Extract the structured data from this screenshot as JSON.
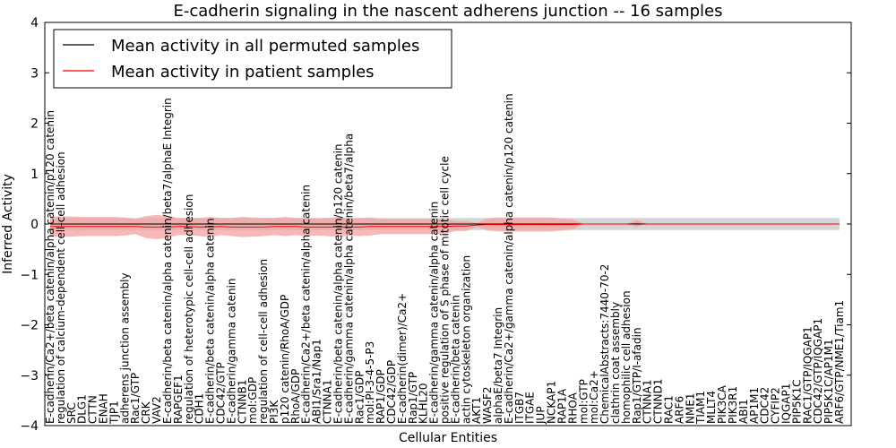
{
  "chart_data": {
    "type": "line",
    "title": "E-cadherin signaling in the nascent adherens junction -- 16 samples",
    "xlabel": "Cellular Entities",
    "ylabel": "Inferred Activity",
    "ylim": [
      -4,
      4
    ],
    "yticks": [
      -4,
      -3,
      -2,
      -1,
      0,
      1,
      2,
      3,
      4
    ],
    "grid": false,
    "legend_position": "top-left",
    "categories": [
      "E-cadherin/Ca2+/beta catenin/alpha catenin/p120 catenin",
      "regulation of calcium-dependent cell-cell adhesion",
      "SRC",
      "DLG1",
      "CTTN",
      "ENAH",
      "TJP1",
      "adherens junction assembly",
      "Rac1/GTP",
      "CRK",
      "VAV2",
      "E-cadherin/beta catenin/alpha catenin/beta7/alphaE Integrin",
      "RAPGEF1",
      "regulation of heterotypic cell-cell adhesion",
      "CDH1",
      "E-cadherin/beta catenin/alpha catenin",
      "CDC42/GTP",
      "E-cadherin/gamma catenin",
      "CTNNB1",
      "mol:GDP",
      "regulation of cell-cell adhesion",
      "PI3K",
      "p120 catenin/RhoA/GDP",
      "RhoA/GDP",
      "E-cadherin/Ca2+/beta catenin/alpha catenin",
      "ABI1/Sra1/Nap1",
      "CTNNA1",
      "E-cadherin/beta catenin/alpha catenin/p120 catenin",
      "E-cadherin/gamma catenin/alpha catenin/beta7/alpha",
      "Rac1/GDP",
      "mol:PI-3-4-5-P3",
      "RAP1/GDP",
      "CDC42/GDP",
      "E-cadherin(dimer)/Ca2+",
      "Rap1/GTP",
      "KLHL20",
      "E-cadherin/gamma catenin/alpha catenin",
      "positive regulation of S phase of mitotic cell cycle",
      "E-cadherin/beta catenin",
      "actin cytoskeleton organization",
      "AKT1",
      "WASF2",
      "alphaE/beta7 Integrin",
      "E-cadherin/Ca2+/gamma catenin/alpha catenin/p120 catenin",
      "ITGB7",
      "ITGAE",
      "JUP",
      "NCKAP1",
      "RAP1A",
      "RHOA",
      "mol:GTP",
      "mol:Ca2+",
      "ChemicalAbstracts:7440-70-2",
      "clathrin coat assembly",
      "homophilic cell adhesion",
      "Rap1/GTP/I-afadin",
      "CTNNA1",
      "CTNND1",
      "RAC1",
      "ARF6",
      "NME1",
      "TIAM1",
      "MLLT4",
      "PIK3CA",
      "PIK3R1",
      "ABI1",
      "AP1M1",
      "CDC42",
      "CYFIP2",
      "IQGAP1",
      "PIP5K1C",
      "RAC1/GTP/IQGAP1",
      "CDC42/GTP/IQGAP1",
      "PIP5K1C/AP1M1",
      "ARF6/GTP/NME1/Tiam1"
    ],
    "series": [
      {
        "name": "Mean activity in all permuted samples",
        "color": "#000000",
        "band_color": "#cccccc",
        "values": [
          0,
          0,
          0,
          0,
          0,
          0,
          0,
          0,
          0,
          0,
          0,
          0,
          0,
          0,
          0,
          0,
          0,
          0,
          0,
          0,
          0,
          0,
          0,
          0,
          0,
          0,
          0,
          0,
          0,
          0,
          0,
          0,
          0,
          0,
          0,
          0,
          0,
          0,
          0,
          0,
          0,
          0,
          0,
          0,
          0,
          0,
          0,
          0,
          0,
          0,
          0,
          0,
          0,
          0,
          0,
          0,
          0,
          0,
          0,
          0,
          0,
          0,
          0,
          0,
          0,
          0,
          0,
          0,
          0,
          0,
          0,
          0,
          0,
          0,
          0
        ],
        "band": [
          0.12,
          0.12,
          0.12,
          0.12,
          0.12,
          0.12,
          0.12,
          0.12,
          0.12,
          0.12,
          0.12,
          0.12,
          0.12,
          0.12,
          0.12,
          0.12,
          0.12,
          0.12,
          0.12,
          0.12,
          0.12,
          0.12,
          0.12,
          0.12,
          0.12,
          0.12,
          0.12,
          0.12,
          0.12,
          0.12,
          0.12,
          0.12,
          0.12,
          0.12,
          0.12,
          0.12,
          0.12,
          0.12,
          0.12,
          0.12,
          0.12,
          0.12,
          0.12,
          0.12,
          0.12,
          0.12,
          0.12,
          0.12,
          0.12,
          0.12,
          0.12,
          0.12,
          0.12,
          0.12,
          0.12,
          0.12,
          0.12,
          0.12,
          0.12,
          0.12,
          0.12,
          0.12,
          0.12,
          0.12,
          0.12,
          0.12,
          0.12,
          0.12,
          0.12,
          0.12,
          0.12,
          0.12,
          0.12,
          0.12,
          0.12
        ]
      },
      {
        "name": "Mean activity in patient samples",
        "color": "#ff0000",
        "band_color": "#f4a0a0",
        "values": [
          -0.05,
          -0.05,
          -0.05,
          -0.05,
          -0.05,
          -0.05,
          -0.05,
          -0.05,
          -0.05,
          -0.06,
          -0.06,
          -0.06,
          -0.05,
          -0.05,
          -0.06,
          -0.06,
          -0.05,
          -0.06,
          -0.06,
          -0.06,
          -0.06,
          -0.05,
          -0.05,
          -0.05,
          -0.06,
          -0.06,
          -0.06,
          -0.06,
          -0.06,
          -0.06,
          -0.05,
          -0.05,
          -0.05,
          -0.05,
          -0.05,
          -0.05,
          -0.05,
          -0.05,
          -0.04,
          -0.04,
          -0.02,
          -0.01,
          -0.01,
          -0.01,
          -0.01,
          -0.01,
          -0.01,
          -0.01,
          -0.01,
          -0.01,
          0,
          0,
          0,
          0,
          0,
          0.01,
          0,
          0,
          0,
          0,
          0,
          0,
          0,
          0,
          0,
          0,
          0,
          0,
          0,
          0,
          0,
          0,
          0,
          0,
          0
        ],
        "band": [
          0.2,
          0.2,
          0.2,
          0.19,
          0.19,
          0.19,
          0.19,
          0.18,
          0.15,
          0.22,
          0.24,
          0.22,
          0.17,
          0.17,
          0.18,
          0.2,
          0.17,
          0.18,
          0.2,
          0.19,
          0.18,
          0.17,
          0.19,
          0.17,
          0.18,
          0.17,
          0.18,
          0.2,
          0.17,
          0.18,
          0.18,
          0.15,
          0.15,
          0.15,
          0.15,
          0.15,
          0.15,
          0.15,
          0.1,
          0.1,
          0.04,
          0.12,
          0.14,
          0.14,
          0.14,
          0.14,
          0.14,
          0.14,
          0.12,
          0.1,
          0,
          0,
          0,
          0,
          0,
          0.07,
          0,
          0,
          0,
          0,
          0,
          0,
          0,
          0,
          0,
          0,
          0,
          0,
          0,
          0,
          0,
          0,
          0,
          0,
          0
        ]
      }
    ]
  }
}
